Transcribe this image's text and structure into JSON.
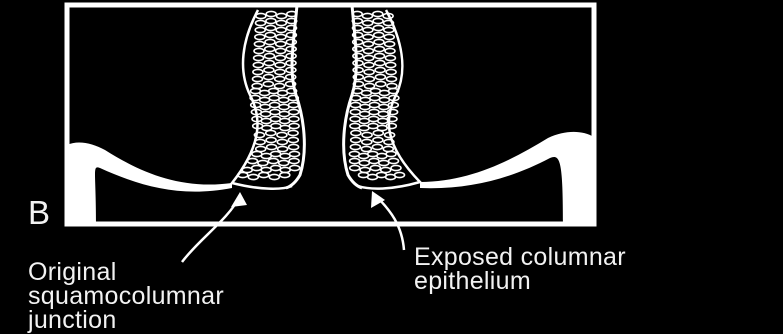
{
  "figure": {
    "panel_letter": "B",
    "labels": {
      "left": [
        "Original",
        "squamocolumnar",
        "junction"
      ],
      "right": [
        "Exposed columnar",
        "epithelium"
      ]
    },
    "colors": {
      "background": "#000000",
      "stroke": "#ffffff",
      "text": "#f2f2f2"
    }
  }
}
